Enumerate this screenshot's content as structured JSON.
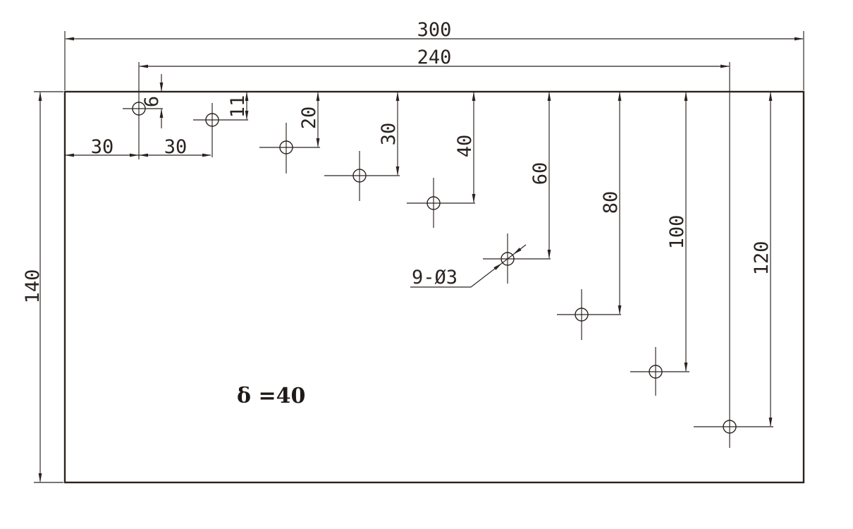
{
  "drawing": {
    "overall_width_label": "300",
    "hole_span_label": "240",
    "overall_height_label": "140",
    "hole_spacing_labels": [
      "30",
      "30"
    ],
    "hole_depth_labels": [
      "6",
      "11",
      "20",
      "30",
      "40",
      "60",
      "80",
      "100",
      "120"
    ],
    "hole_note": "9-Ø3",
    "thickness_note": "δ =40",
    "plate": {
      "width_units": 300,
      "height_units": 140,
      "hole_count": 9,
      "hole_diameter_units": 3,
      "hole_spacing_units": 30,
      "hole_depths_units": [
        6,
        11,
        20,
        30,
        40,
        60,
        80,
        100,
        120
      ],
      "thickness_units": 40
    },
    "colors": {
      "line": "#2b2320",
      "background": "#ffffff"
    }
  }
}
